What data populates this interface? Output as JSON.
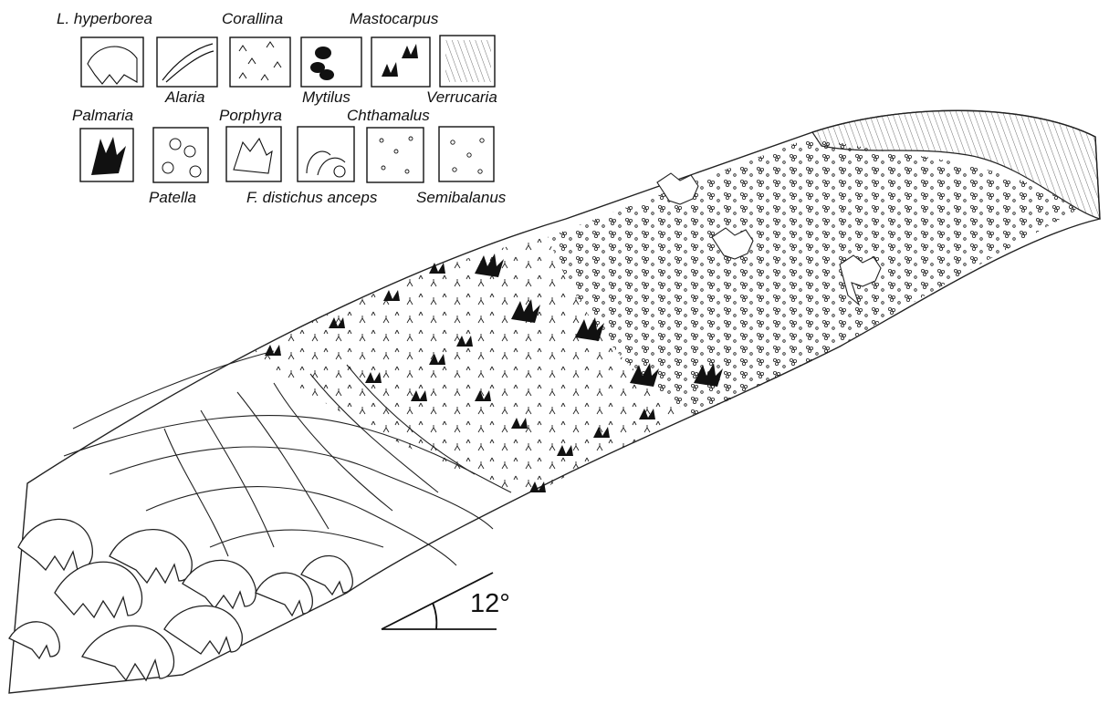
{
  "legend": {
    "row1": {
      "top_labels": [
        "L. hyperborea",
        "Corallina",
        "Mastocarpus"
      ],
      "bottom_labels": [
        "Alaria",
        "Mytilus",
        "Verrucaria"
      ]
    },
    "row2": {
      "top_labels": [
        "Palmaria",
        "Porphyra",
        "Chthamalus"
      ],
      "bottom_labels": [
        "Patella",
        "F. distichus anceps",
        "Semibalanus"
      ]
    },
    "icons": [
      "laminaria-hyperborea-icon",
      "alaria-icon",
      "corallina-icon",
      "mytilus-icon",
      "mastocarpus-icon",
      "verrucaria-icon",
      "palmaria-icon",
      "patella-icon",
      "porphyra-icon",
      "fucus-distichus-icon",
      "chthamalus-icon",
      "semibalanus-icon"
    ]
  },
  "slope": {
    "angle_label": "12°"
  },
  "colors": {
    "ink": "#111111",
    "paper": "#ffffff"
  }
}
